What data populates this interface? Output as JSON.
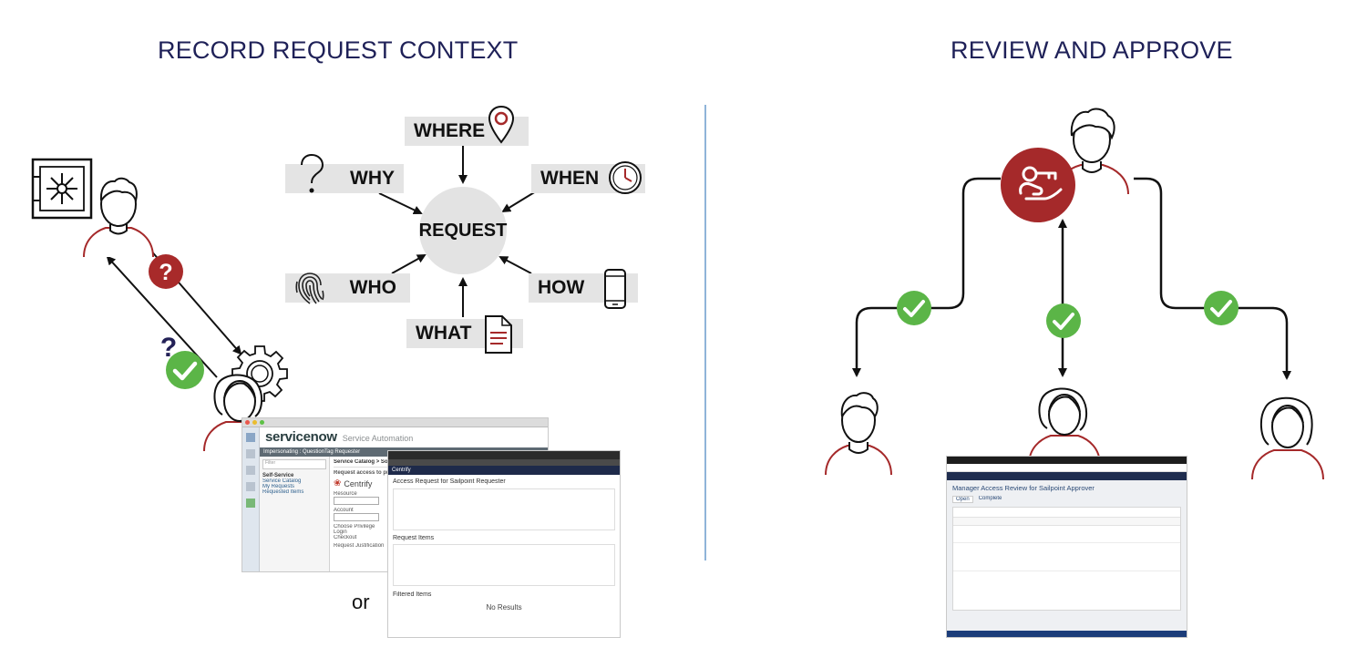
{
  "left_section": {
    "title": "RECORD REQUEST CONTEXT",
    "center_label": "REQUEST",
    "labels": {
      "where": "WHERE",
      "why": "WHY",
      "when": "WHEN",
      "who": "WHO",
      "how": "HOW",
      "what": "WHAT"
    },
    "or_text": "or",
    "servicenow": {
      "brand": "servicenow",
      "product": "Service Automation",
      "user_bar": "Impersonating : QuestionTag Requester",
      "breadcrumb": "Service Catalog > Software",
      "sidebar_heading": "Self-Service",
      "sidebar_items": [
        "Service Catalog",
        "My Requests",
        "Requested Items"
      ],
      "form_title": "Request access to privileged acc",
      "vendor": "Centrify",
      "field_resource": "Resource",
      "field_account": "Account",
      "field_privilege": "Choose Privilege",
      "privilege_options": [
        "Login",
        "Checkout"
      ],
      "field_justification": "Request Justification",
      "search_placeholder": "Filter"
    },
    "centrify_portal": {
      "header": "Centrify",
      "page_title": "Access Request for Sailpoint Requester",
      "request_items_title": "Request Items",
      "filtered_items_title": "Filtered Items",
      "no_results": "No Results"
    }
  },
  "right_section": {
    "title": "REVIEW AND APPROVE",
    "sailpoint": {
      "page_title": "Manager Access Review for Sailpoint Approver",
      "tabs": [
        "Open",
        "Complete"
      ]
    }
  },
  "colors": {
    "title": "#1f2158",
    "accent_red": "#a5292a",
    "check_green": "#5bb547",
    "question_red": "#a82a2a",
    "question_navy": "#232157",
    "label_bg": "#e4e4e4",
    "divider": "#8fb4d9"
  },
  "icons": [
    "safe-icon",
    "question-icon",
    "map-pin-icon",
    "clock-icon",
    "fingerprint-icon",
    "phone-icon",
    "document-icon",
    "gear-icon",
    "key-badge-icon",
    "checkmark-icon"
  ]
}
